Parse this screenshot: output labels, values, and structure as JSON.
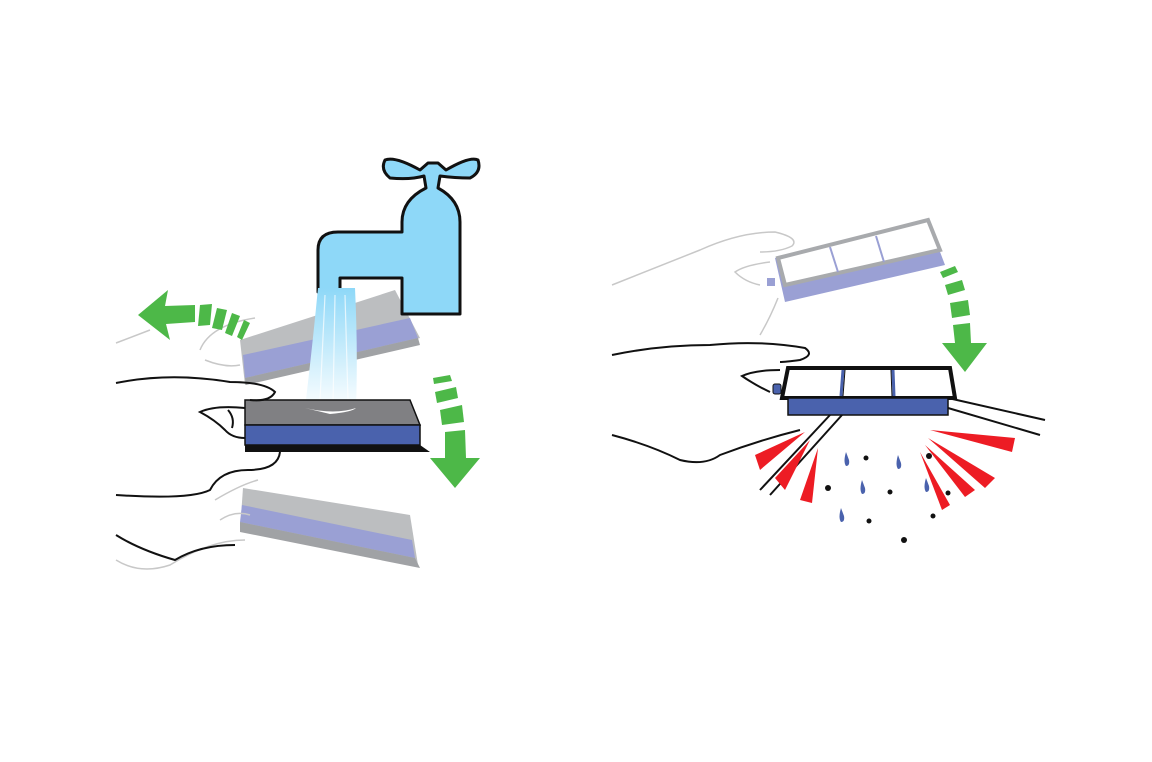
{
  "illustration": {
    "panels": [
      {
        "name": "rinse-filter-under-tap",
        "water": true,
        "arrows": [
          "left",
          "down"
        ]
      },
      {
        "name": "tap-filter-to-remove-dust",
        "arrows": [
          "down"
        ],
        "debris": true
      }
    ],
    "colors": {
      "water": "#8ed8f8",
      "arrow": "#4db848",
      "filter_blue": "#4a62ad",
      "filter_ghost": "#9aa0d4",
      "filter_gray": "#808083",
      "ghost_gray": "#bcbec0",
      "rays": "#ed1c24",
      "drops": "#4a62ad",
      "dust": "#111111"
    }
  }
}
